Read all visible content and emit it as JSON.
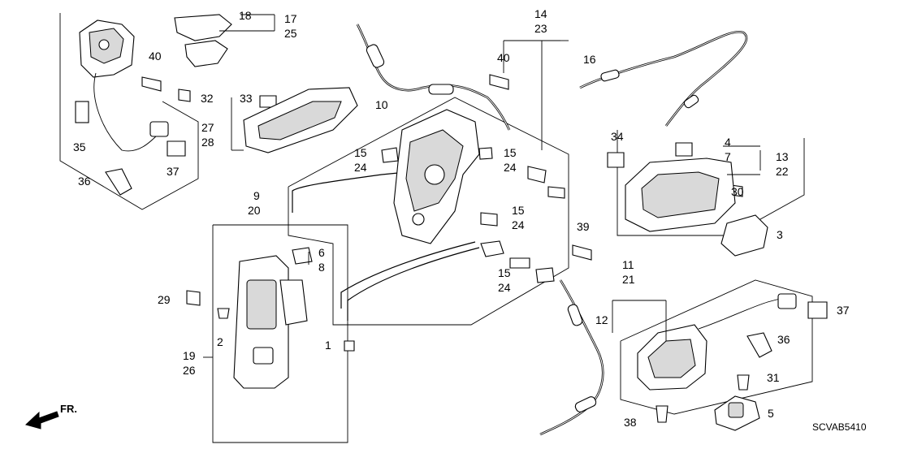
{
  "diagram": {
    "code": "SCVAB5410",
    "front_label": "FR.",
    "callouts": {
      "c1": "1",
      "c2": "2",
      "c3": "3",
      "c4": "4",
      "c5": "5",
      "c6": "6",
      "c7": "7",
      "c8": "8",
      "c9": "9",
      "c10": "10",
      "c11": "11",
      "c12": "12",
      "c13": "13",
      "c14": "14",
      "c15": "15",
      "c16": "16",
      "c17": "17",
      "c18": "18",
      "c19": "19",
      "c20": "20",
      "c21": "21",
      "c22": "22",
      "c23": "23",
      "c24": "24",
      "c25": "25",
      "c26": "26",
      "c27": "27",
      "c28": "28",
      "c29": "29",
      "c30": "30",
      "c31": "31",
      "c32": "32",
      "c33": "33",
      "c34": "34",
      "c35": "35",
      "c36": "36",
      "c37": "37",
      "c38": "38",
      "c39": "39",
      "c40": "40"
    }
  }
}
